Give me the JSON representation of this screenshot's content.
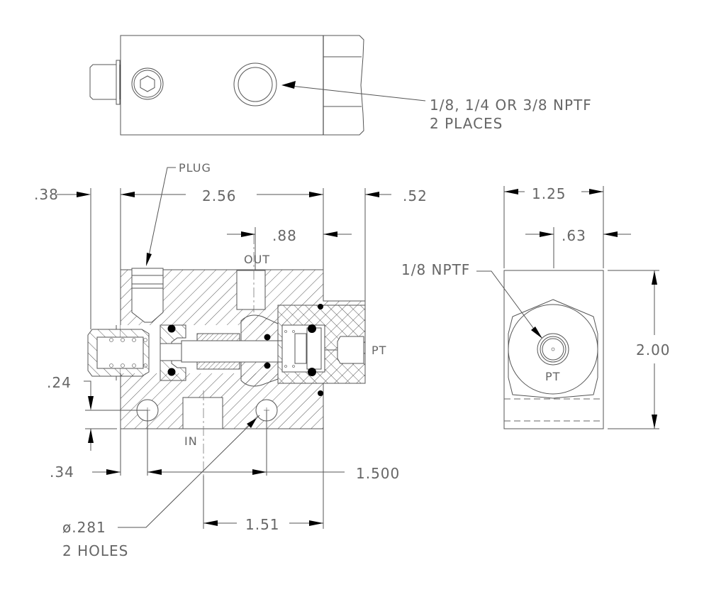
{
  "drawing": {
    "title_hidden": "",
    "top_view": {
      "note_line1": "1/8, 1/4 OR 3/8 NPTF",
      "note_line2": "2 PLACES"
    },
    "section_view": {
      "plug_label": "PLUG",
      "port_out": "OUT",
      "port_in": "IN",
      "port_pt": "PT",
      "dims": {
        "d038": ".38",
        "d256": "2.56",
        "d052": ".52",
        "d088": ".88",
        "d024": ".24",
        "d034": ".34",
        "d1500": "1.500",
        "d151": "1.51"
      },
      "hole_note_line1": "ø.281",
      "hole_note_line2": "2 HOLES"
    },
    "end_view": {
      "port_note": "1/8 NPTF",
      "port_label": "PT",
      "dims": {
        "d125": "1.25",
        "d063": ".63",
        "d200": "2.00"
      }
    }
  }
}
